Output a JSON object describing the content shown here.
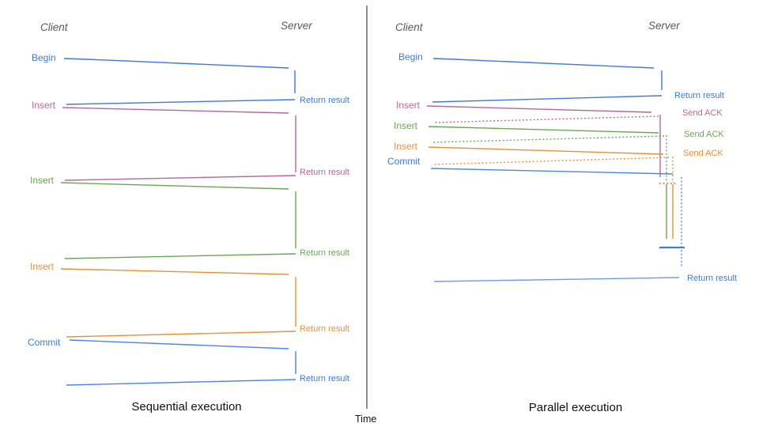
{
  "panels": {
    "sequential": {
      "title": "Sequential execution",
      "client": "Client",
      "server": "Server",
      "calls": [
        {
          "label": "Begin",
          "response": "Return result"
        },
        {
          "label": "Insert",
          "response": "Return result"
        },
        {
          "label": "Insert",
          "response": "Return result"
        },
        {
          "label": "Insert",
          "response": "Return result"
        },
        {
          "label": "Commit",
          "response": "Return result"
        }
      ]
    },
    "parallel": {
      "title": "Parallel execution",
      "client": "Client",
      "server": "Server",
      "calls": [
        {
          "label": "Begin",
          "response": "Return result"
        },
        {
          "label": "Insert",
          "response": "Send ACK"
        },
        {
          "label": "Insert",
          "response": "Send ACK"
        },
        {
          "label": "Insert",
          "response": "Send ACK"
        },
        {
          "label": "Commit",
          "response": "Return result"
        }
      ]
    },
    "time_axis": {
      "label": "Time"
    }
  },
  "colors": {
    "blue": "#3e7ad8",
    "light_blue": "#6d9eeb",
    "pink": "#b5679c",
    "green": "#6aa84f",
    "orange": "#e69138",
    "axis_gray": "#555555"
  }
}
